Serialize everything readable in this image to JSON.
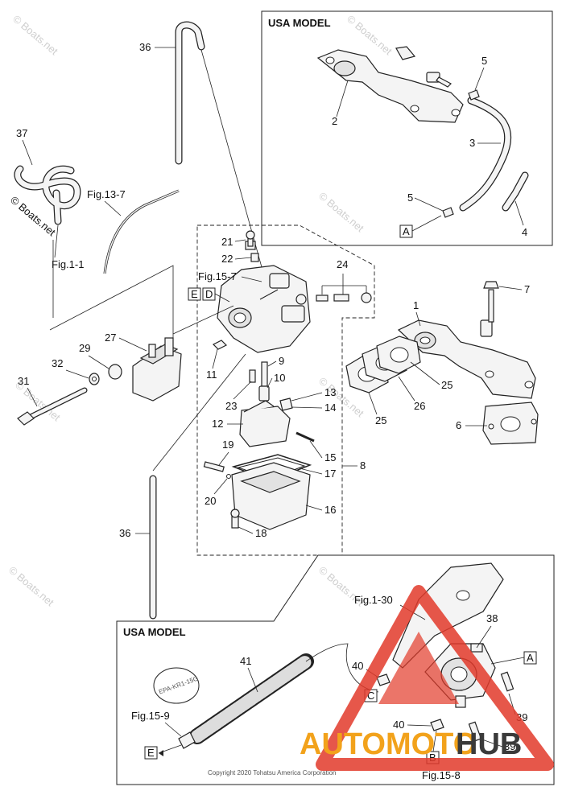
{
  "boxes": {
    "top_title": "USA MODEL",
    "bottom_title": "USA MODEL"
  },
  "callouts": {
    "c1": "1",
    "c2": "2",
    "c3": "3",
    "c4": "4",
    "c5a": "5",
    "c5b": "5",
    "c6": "6",
    "c7": "7",
    "c8": "8",
    "c9": "9",
    "c10": "10",
    "c11": "11",
    "c12": "12",
    "c13": "13",
    "c14": "14",
    "c15": "15",
    "c16": "16",
    "c17": "17",
    "c18": "18",
    "c19": "19",
    "c20": "20",
    "c21": "21",
    "c22": "22",
    "c23": "23",
    "c24": "24",
    "c25a": "25",
    "c25b": "25",
    "c26": "26",
    "c27": "27",
    "c29": "29",
    "c31": "31",
    "c32": "32",
    "c36a": "36",
    "c36b": "36",
    "c37": "37",
    "c38": "38",
    "c39a": "39",
    "c39b": "39",
    "c40a": "40",
    "c40b": "40",
    "c41": "41"
  },
  "refs": {
    "fig13_7": "Fig.13-7",
    "fig1_1": "Fig.1-1",
    "fig15_7": "Fig.15-7",
    "fig1_30": "Fig.1-30",
    "fig15_9": "Fig.15-9",
    "fig15_8": "Fig.15-8"
  },
  "markers": {
    "A_top": "A",
    "A_bottom": "A",
    "B": "B",
    "C": "C",
    "D": "D",
    "E_top": "E",
    "E_bottom": "E"
  },
  "hose_label": "EPA-KR1-15G",
  "watermark": "© Boats.net",
  "copyright": "Copyright 2020 Tohatsu America Corporation",
  "logo": {
    "auto": "AUTOMOTO",
    "hub": "HUB"
  },
  "colors": {
    "logo_red": "#e23a2a",
    "logo_orange": "#f2a21b",
    "logo_dark": "#3a3a3a"
  }
}
